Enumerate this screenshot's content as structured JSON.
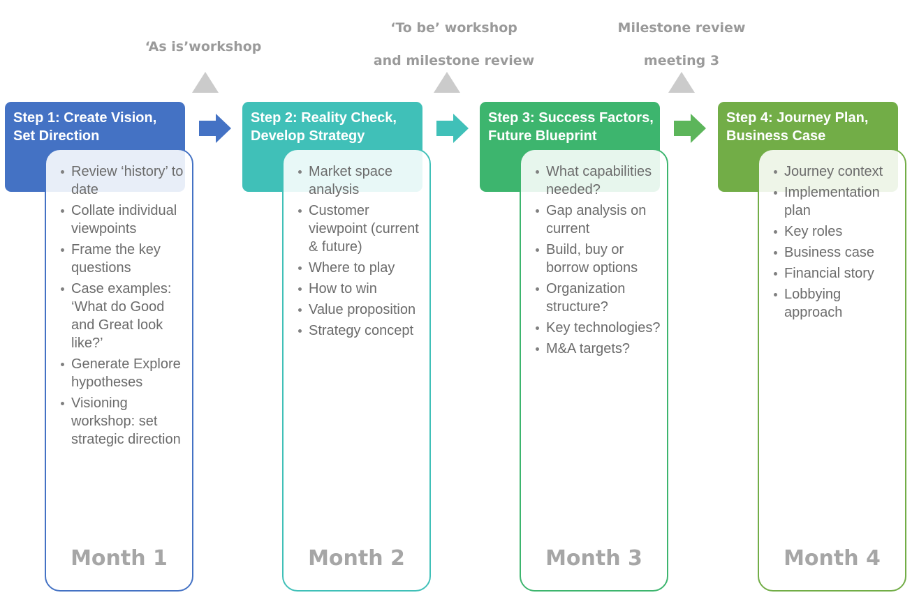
{
  "milestones": [
    {
      "lines": [
        "‘As is’workshop"
      ]
    },
    {
      "lines": [
        "‘To be’ workshop",
        "and milestone review"
      ]
    },
    {
      "lines": [
        "Milestone review",
        "meeting 3"
      ]
    }
  ],
  "steps": [
    {
      "title_lines": [
        "Step 1: Create Vision,",
        "Set Direction"
      ],
      "color": "#4472c4",
      "border_color": "#4472c4",
      "bullets": [
        "Review ‘history’ to date",
        "Collate individual viewpoints",
        "Frame the key questions",
        "Case examples: ‘What do Good and Great look like?’",
        "Generate Explore hypotheses",
        "Visioning workshop: set strategic direction"
      ],
      "month": "Month 1"
    },
    {
      "title_lines": [
        "Step 2: Reality Check,",
        "Develop Strategy"
      ],
      "color": "#40c0b8",
      "border_color": "#40c0b8",
      "bullets": [
        "Market space analysis",
        "Customer viewpoint (current & future)",
        "Where to play",
        "How to win",
        "Value proposition",
        "Strategy concept"
      ],
      "month": "Month 2"
    },
    {
      "title_lines": [
        "Step 3: Success Factors,",
        "Future Blueprint"
      ],
      "color": "#3db56e",
      "border_color": "#3db56e",
      "bullets": [
        "What capabilities needed?",
        "Gap analysis on current",
        "Build, buy or borrow options",
        "Organization structure?",
        "Key technologies?",
        "M&A targets?"
      ],
      "month": "Month 3"
    },
    {
      "title_lines": [
        "Step 4: Journey Plan,",
        "Business Case"
      ],
      "color": "#72ad47",
      "border_color": "#72ad47",
      "bullets": [
        "Journey context",
        "Implementation plan",
        "Key roles",
        "Business case",
        "Financial story",
        "Lobbying approach"
      ],
      "month": "Month 4"
    }
  ],
  "connector_colors": [
    "#4472c4",
    "#40c0b8",
    "#5cb55a"
  ]
}
